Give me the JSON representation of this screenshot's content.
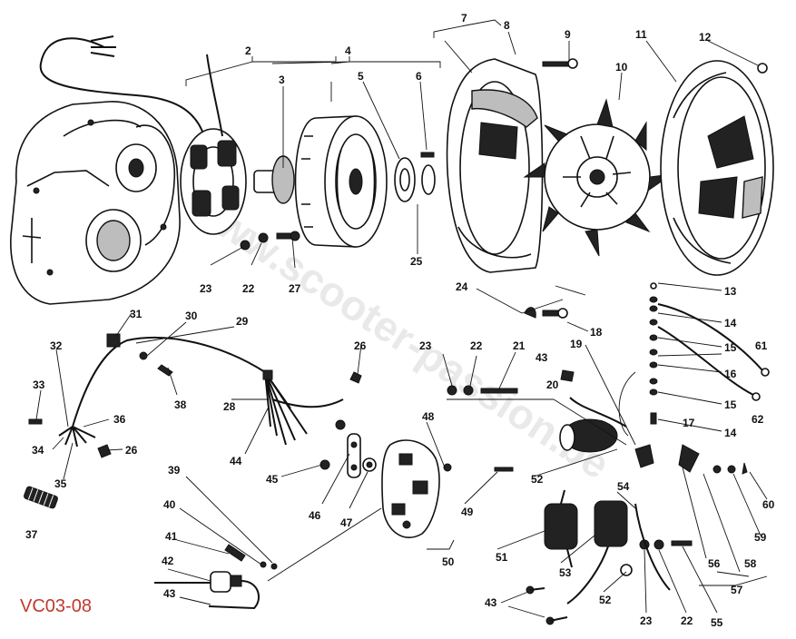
{
  "diagram": {
    "code": "VC03-08",
    "watermark": "www.scooter-passion.be",
    "callouts": {
      "c2": "2",
      "c3": "3",
      "c4": "4",
      "c5": "5",
      "c6": "6",
      "c7": "7",
      "c8": "8",
      "c9": "9",
      "c10": "10",
      "c11": "11",
      "c12": "12",
      "c13": "13",
      "c14a": "14",
      "c14b": "14",
      "c15a": "15",
      "c15b": "15",
      "c16": "16",
      "c17": "17",
      "c18": "18",
      "c19": "19",
      "c20": "20",
      "c21": "21",
      "c22a": "22",
      "c22b": "22",
      "c22c": "22",
      "c23a": "23",
      "c23b": "23",
      "c23c": "23",
      "c24": "24",
      "c25": "25",
      "c26a": "26",
      "c26b": "26",
      "c27": "27",
      "c28": "28",
      "c29": "29",
      "c30": "30",
      "c31": "31",
      "c32": "32",
      "c33": "33",
      "c34": "34",
      "c35": "35",
      "c36": "36",
      "c37": "37",
      "c38": "38",
      "c39": "39",
      "c40": "40",
      "c41": "41",
      "c42": "42",
      "c43a": "43",
      "c43b": "43",
      "c43c": "43",
      "c44": "44",
      "c45": "45",
      "c46": "46",
      "c47": "47",
      "c48": "48",
      "c49": "49",
      "c50": "50",
      "c51": "51",
      "c52a": "52",
      "c52b": "52",
      "c53": "53",
      "c54": "54",
      "c55": "55",
      "c56": "56",
      "c57": "57",
      "c58": "58",
      "c59": "59",
      "c60": "60",
      "c61": "61",
      "c62": "62"
    }
  }
}
